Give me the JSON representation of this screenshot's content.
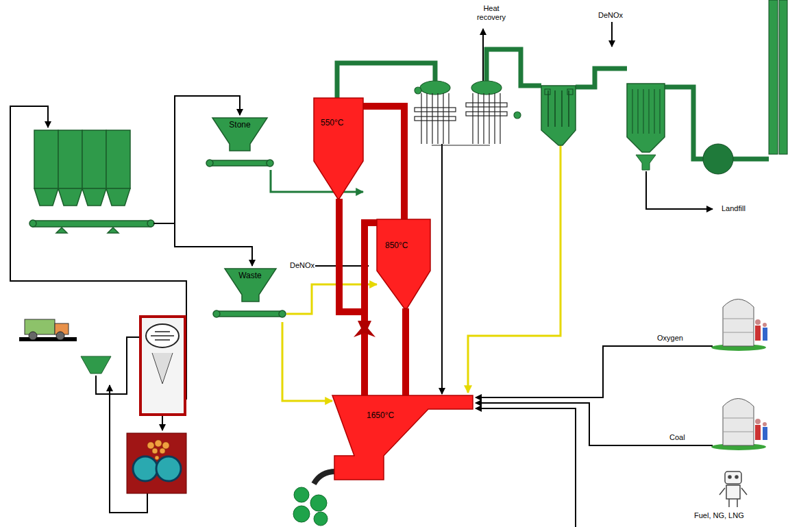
{
  "diagram": {
    "nodes": [
      {
        "text": [
          "Stone"
        ]
      },
      {
        "text": [
          "550°C"
        ]
      },
      {
        "text": [
          "850°C"
        ]
      },
      {
        "text": [
          "Waste"
        ]
      },
      {
        "text": [
          "1650°C"
        ]
      }
    ],
    "edges": [
      {
        "from": 0,
        "to": 1,
        "arrow": "to"
      },
      {
        "from": 3,
        "to": 4,
        "arrow": "to"
      },
      {
        "from": 3,
        "to": 2,
        "arrow": "to"
      },
      {
        "from": 4,
        "to": 2,
        "arrow": "none"
      },
      {
        "from": 2,
        "to": 1,
        "arrow": "none"
      },
      {
        "from": 1,
        "to": 4,
        "arrow": "none"
      },
      {
        "from": 2,
        "to": 4,
        "arrow": "none"
      }
    ],
    "labels": [
      "Heat recovery",
      "DeNOx",
      "DeNOx",
      "Landfill",
      "Oxygen",
      "Coal",
      "Fuel, NG, LNG"
    ]
  }
}
